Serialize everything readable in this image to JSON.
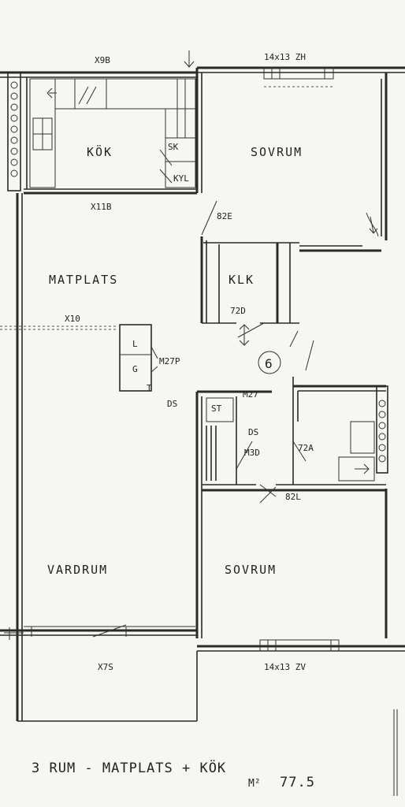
{
  "rooms": {
    "kok": "KÖK",
    "sovrum_top": "SOVRUM",
    "matplats": "MATPLATS",
    "klk": "KLK",
    "vardrum": "VARDRUM",
    "sovrum_bottom": "SOVRUM"
  },
  "fixtures": {
    "sk": "SK",
    "kyl": "KYL",
    "st": "ST",
    "l": "L",
    "g": "G",
    "t": "T"
  },
  "dimensions": {
    "x9b": "X9B",
    "window_top": "14x13 ZH",
    "x11b": "X11B",
    "x10": "X10",
    "x7s": "X7S",
    "window_bottom": "14x13 ZV"
  },
  "codes": {
    "c82e": "82E",
    "c72d": "72D",
    "m27p": "M27P",
    "ds1": "DS",
    "m27": "M27",
    "ds2": "DS",
    "m3d": "M3D",
    "c72a": "72A",
    "c82l": "82L",
    "circle_num": "6"
  },
  "footer": {
    "description": "3 RUM - MATPLATS + KÖK",
    "unit": "M²",
    "area": "77.5"
  }
}
